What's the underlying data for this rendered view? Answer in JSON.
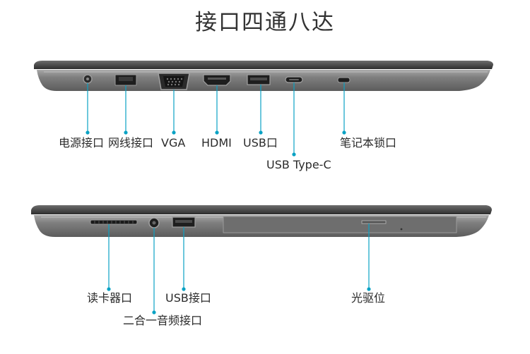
{
  "title": "接口四通八达",
  "accent_color": "#0aa2c4",
  "top_panel": {
    "ports": [
      {
        "icon": "power-jack-icon",
        "label": "电源接口"
      },
      {
        "icon": "ethernet-port-icon",
        "label": "网线接口"
      },
      {
        "icon": "vga-port-icon",
        "label": "VGA"
      },
      {
        "icon": "hdmi-port-icon",
        "label": "HDMI"
      },
      {
        "icon": "usb-port-icon",
        "label": "USB口"
      },
      {
        "icon": "usb-type-c-port-icon",
        "label": "USB Type-C"
      },
      {
        "icon": "lock-slot-icon",
        "label": "笔记本锁口"
      }
    ]
  },
  "bottom_panel": {
    "ports": [
      {
        "icon": "card-reader-slot-icon",
        "label": "读卡器口"
      },
      {
        "icon": "audio-jack-icon",
        "label": "二合一音频接口"
      },
      {
        "icon": "usb-port-icon",
        "label": "USB接口"
      },
      {
        "icon": "optical-drive-icon",
        "label": "光驱位"
      }
    ]
  }
}
